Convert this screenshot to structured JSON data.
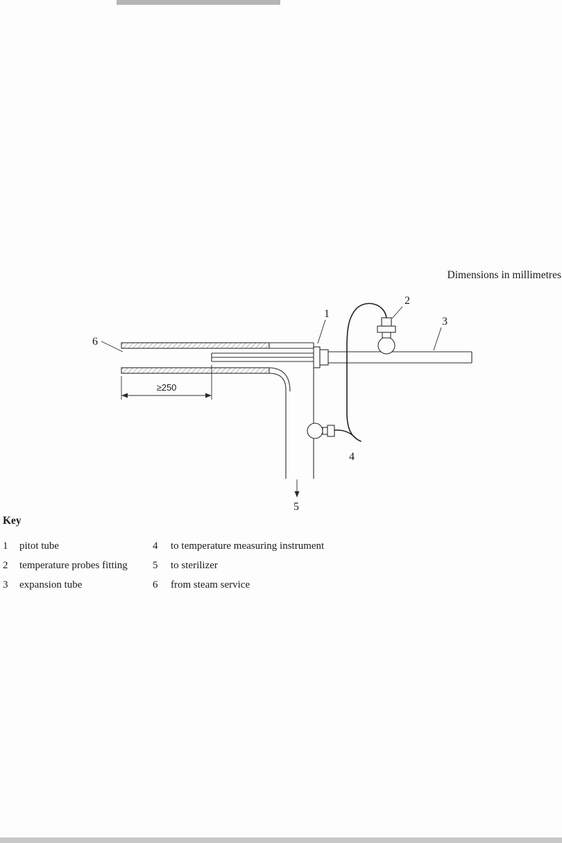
{
  "page": {
    "dimensions_note": "Dimensions in millimetres",
    "ink_color": "#2a2a2a"
  },
  "figure": {
    "dimension_min_250": "≥250",
    "callout_1": "1",
    "callout_2": "2",
    "callout_3": "3",
    "callout_4": "4",
    "callout_5": "5",
    "callout_6": "6"
  },
  "key": {
    "title": "Key",
    "items": [
      {
        "num": "1",
        "label": "pitot tube"
      },
      {
        "num": "2",
        "label": "temperature probes fitting"
      },
      {
        "num": "3",
        "label": "expansion tube"
      },
      {
        "num": "4",
        "label": "to temperature measuring instrument"
      },
      {
        "num": "5",
        "label": "to sterilizer"
      },
      {
        "num": "6",
        "label": "from steam service"
      }
    ]
  }
}
